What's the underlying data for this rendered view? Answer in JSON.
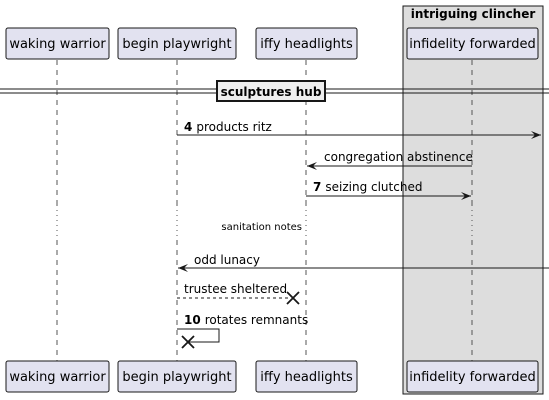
{
  "box": {
    "title": "intriguing clincher"
  },
  "participants": [
    {
      "id": "waking",
      "label": "waking warrior"
    },
    {
      "id": "begin",
      "label": "begin playwright"
    },
    {
      "id": "iffy",
      "label": "iffy headlights"
    },
    {
      "id": "infidelity",
      "label": "infidelity forwarded"
    }
  ],
  "section": {
    "label": "sculptures hub"
  },
  "messages": [
    {
      "number": "4",
      "text": "products ritz",
      "from": "begin",
      "to": "outside-right",
      "style": "solid",
      "end": "arrow"
    },
    {
      "number": "",
      "text": "congregation abstinence",
      "from": "infidelity",
      "to": "iffy",
      "style": "solid",
      "end": "arrow"
    },
    {
      "number": "7",
      "text": "seizing clutched",
      "from": "iffy",
      "to": "infidelity",
      "style": "solid",
      "end": "arrow"
    },
    {
      "number": "",
      "text": "odd lunacy",
      "from": "outside-right",
      "to": "begin",
      "style": "solid",
      "end": "arrow"
    },
    {
      "number": "",
      "text": "trustee sheltered",
      "from": "begin",
      "to": "iffy",
      "style": "dashed",
      "end": "destroy"
    },
    {
      "number": "10",
      "text": "rotates remnants",
      "from": "begin",
      "to": "begin",
      "style": "solid",
      "end": "destroy"
    }
  ],
  "delay": {
    "text": "sanitation notes"
  },
  "colors": {
    "participant_fill": "#E2E2F0",
    "participant_border": "#181818",
    "box_fill": "#DDDDDD",
    "line": "#181818",
    "lifeline": "#555555"
  }
}
